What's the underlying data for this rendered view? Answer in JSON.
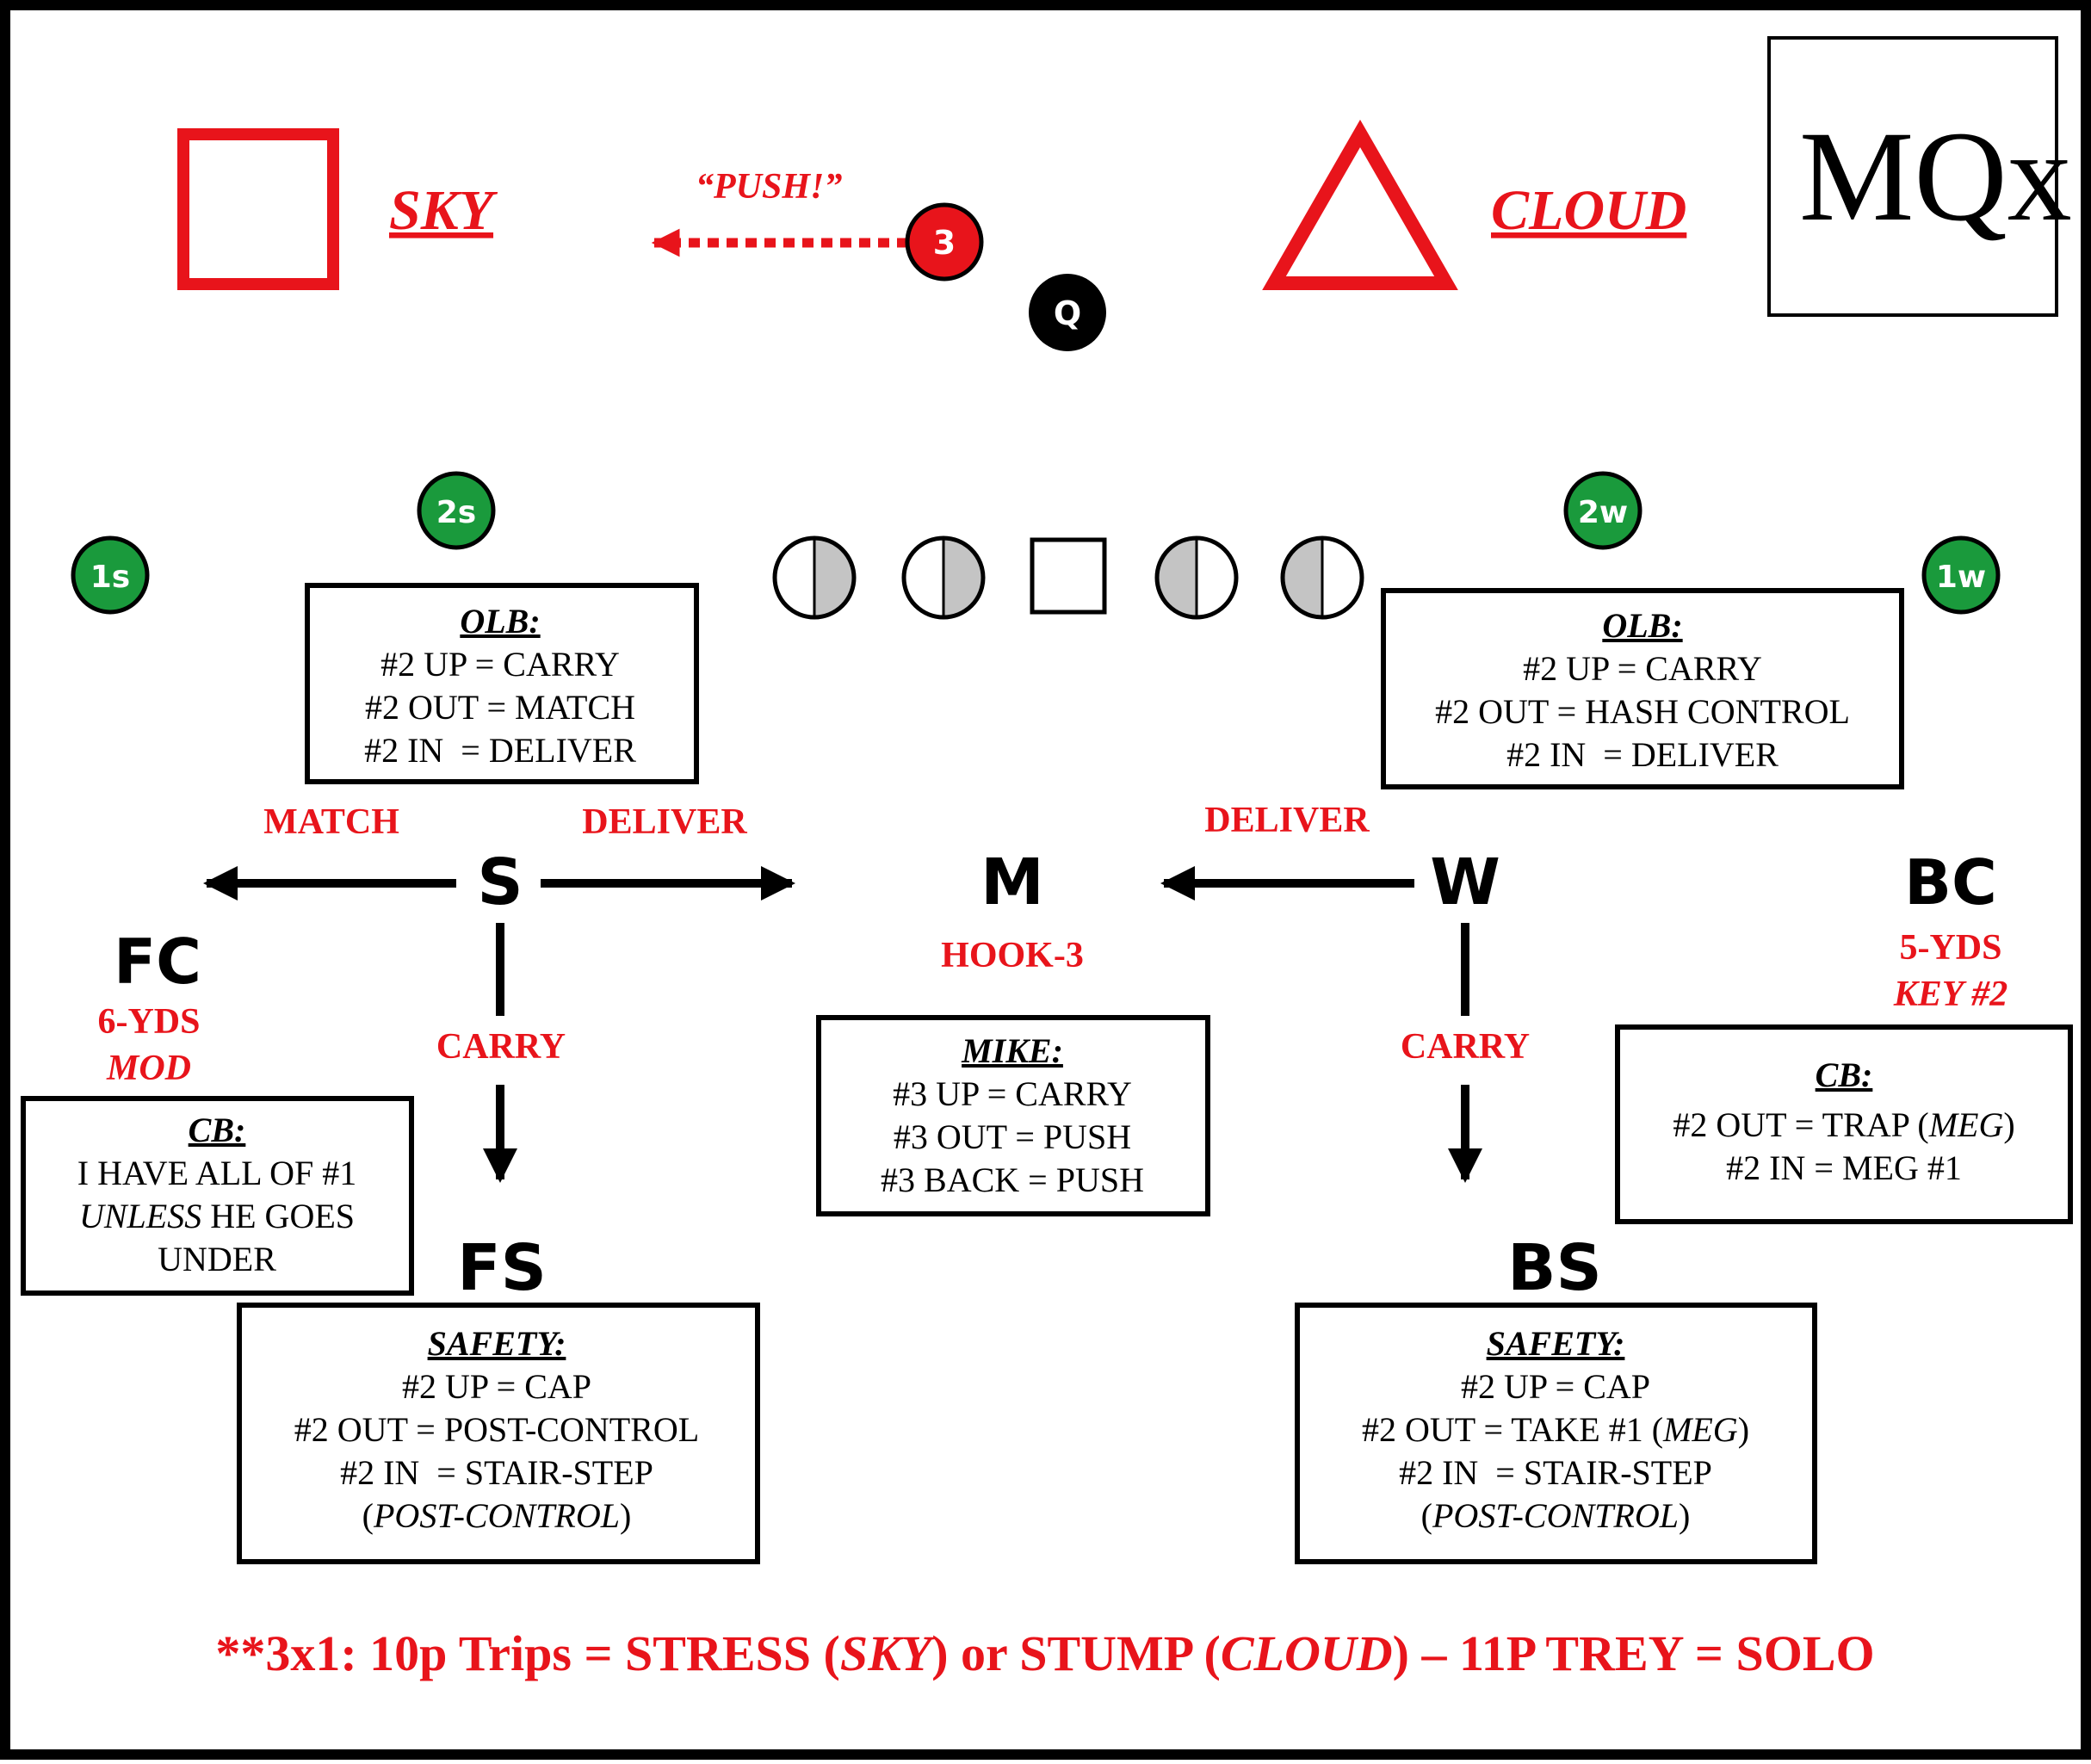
{
  "logo": {
    "text": "MQx"
  },
  "calls": {
    "sky": "SKY",
    "cloud": "CLOUD",
    "push_call": "“PUSH!”"
  },
  "offense": {
    "r3": "3",
    "q": "Q",
    "r1s": "1s",
    "r2s": "2s",
    "r2w": "2w",
    "r1w": "1w"
  },
  "defense": {
    "s": "S",
    "m": "M",
    "w": "W",
    "fc": "FC",
    "bc": "BC",
    "fs": "FS",
    "bs": "BS"
  },
  "alignments": {
    "m_hook": "HOOK-3",
    "fc_line1": "6-YDS",
    "fc_line2": "MOD",
    "bc_line1": "5-YDS",
    "bc_line2": "KEY #2"
  },
  "arrow_labels": {
    "s_match": "MATCH",
    "s_deliver": "DELIVER",
    "w_deliver": "DELIVER",
    "s_carry": "CARRY",
    "w_carry": "CARRY"
  },
  "boxes": {
    "olb_strong": {
      "title": "OLB:",
      "l1": "#2 UP = CARRY",
      "l2": "#2 OUT = MATCH",
      "l3": "#2 IN  = DELIVER"
    },
    "olb_weak": {
      "title": "OLB:",
      "l1": "#2 UP = CARRY",
      "l2": "#2 OUT = HASH CONTROL",
      "l3": "#2 IN  = DELIVER"
    },
    "mike": {
      "title": "MIKE:",
      "l1": "#3 UP = CARRY",
      "l2": "#3 OUT = PUSH",
      "l3": "#3 BACK = PUSH"
    },
    "cb_strong": {
      "title": "CB:",
      "l1": "I HAVE ALL OF #1",
      "l2_italic": "UNLESS",
      "l2_rest": " HE GOES",
      "l3": "UNDER"
    },
    "cb_weak": {
      "title": "CB:",
      "l1_pre": "#2 OUT = TRAP (",
      "l1_italic": "MEG",
      "l1_post": ")",
      "l2": "#2 IN = MEG #1"
    },
    "safety_strong": {
      "title": "SAFETY:",
      "l1": "#2 UP = CAP",
      "l2": "#2 OUT = POST-CONTROL",
      "l3": "#2 IN  = STAIR-STEP",
      "l4_pre": "(",
      "l4_italic": "POST-CONTROL",
      "l4_post": ")"
    },
    "safety_weak": {
      "title": "SAFETY:",
      "l1": "#2 UP = CAP",
      "l2_pre": "#2 OUT = TAKE #1 (",
      "l2_italic": "MEG",
      "l2_post": ")",
      "l3": "#2 IN  = STAIR-STEP",
      "l4_pre": "(",
      "l4_italic": "POST-CONTROL",
      "l4_post": ")"
    }
  },
  "footer": {
    "p1": "**3x1: 10p Trips = STRESS (",
    "p2": "SKY",
    "p3": ") or STUMP (",
    "p4": "CLOUD",
    "p5": ") – 11P TREY = SOLO"
  },
  "colors": {
    "red": "#e8141b",
    "green": "#1a9a3c",
    "black": "#000000",
    "gray": "#c4c4c4"
  }
}
